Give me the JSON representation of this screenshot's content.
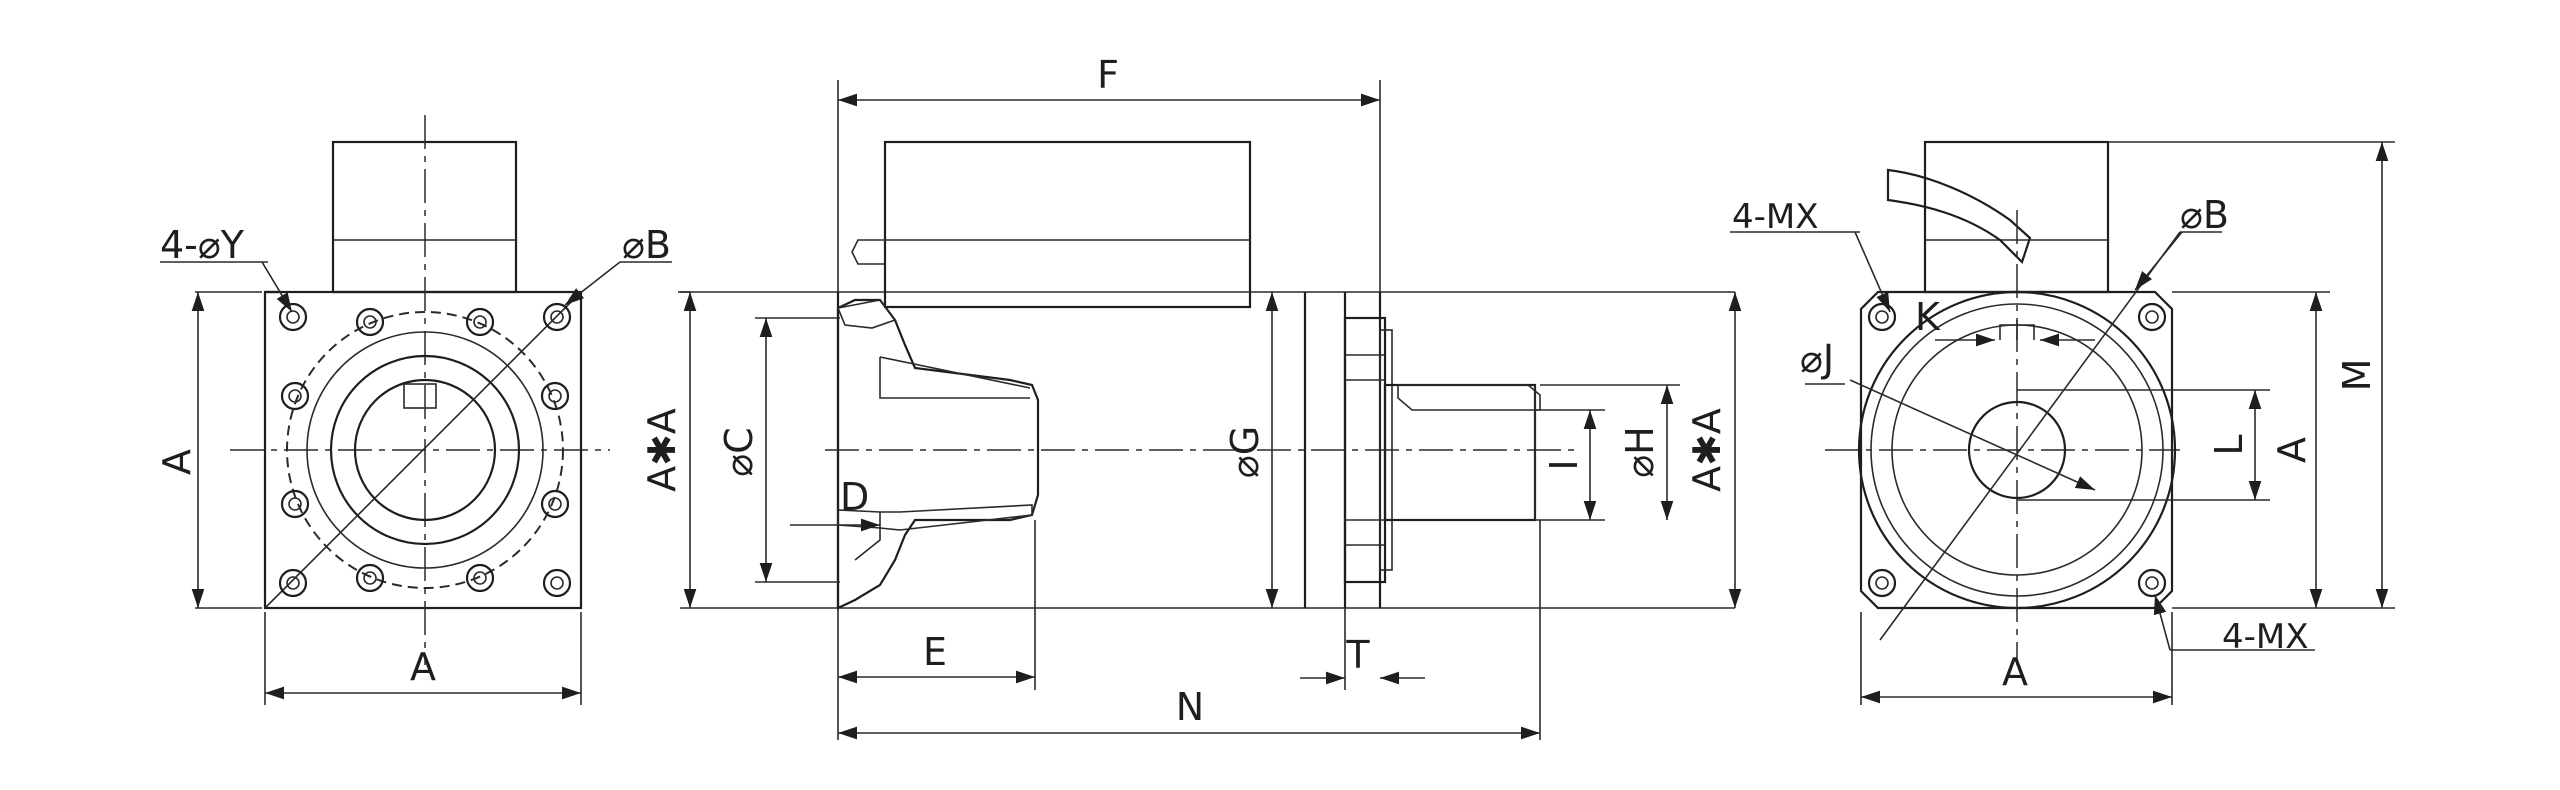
{
  "labels": {
    "left_holes": "4-⌀Y",
    "left_dia_b": "⌀B",
    "left_side_a": "A",
    "left_bottom_a": "A",
    "top_f": "F",
    "left_axa": "A✱A",
    "dia_c": "⌀C",
    "dim_d": "D",
    "dim_e": "E",
    "dia_g": "⌀G",
    "dim_i": "I",
    "dia_h": "⌀H",
    "right_axa": "A✱A",
    "dim_t": "T",
    "dim_n": "N",
    "right_mx_top": "4-MX",
    "dim_k": "K",
    "dia_j": "⌀J",
    "right_dia_b": "⌀B",
    "dim_l": "L",
    "right_side_a": "A",
    "dim_m": "M",
    "right_mx_bottom": "4-MX",
    "right_bottom_a": "A"
  }
}
